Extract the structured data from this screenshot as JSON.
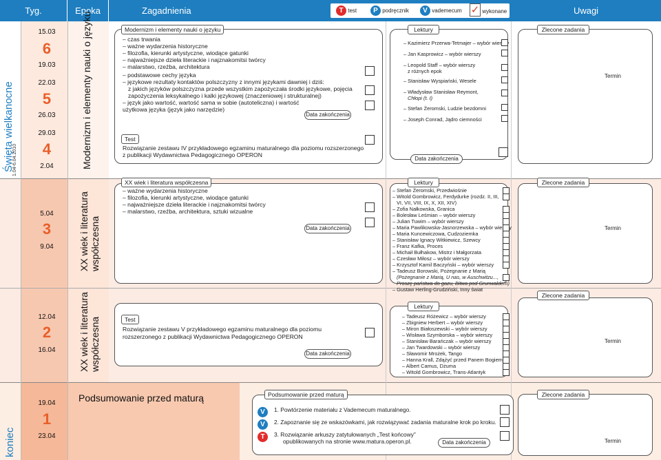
{
  "header": {
    "tyg": "Tyg.",
    "epoka": "Epoka",
    "zagadnienia": "Zagadnienia",
    "uwagi": "Uwagi",
    "legend": [
      {
        "letter": "T",
        "label": "test",
        "color": "#e22b2b"
      },
      {
        "letter": "P",
        "label": "podręcznik",
        "color": "#1e7ec0"
      },
      {
        "letter": "V",
        "label": "vademecum",
        "color": "#1e7ec0"
      },
      {
        "letter": "✓",
        "label": "wykonane",
        "color": "#d23a22"
      }
    ]
  },
  "side": {
    "holiday": "Święta wielkanocne",
    "holiday_dates": "1.04-6.04.2010",
    "end": "koniec"
  },
  "common": {
    "lektury": "Lektury",
    "zlecone": "Zlecone zadania",
    "termin": "Termin",
    "data_zak": "Data zakończenia",
    "test": "Test"
  },
  "rows": [
    {
      "epoch": "Modernizm i elementy nauki o języku",
      "weeks": [
        {
          "from": "15.03",
          "num": "6",
          "to": "19.03"
        },
        {
          "from": "22.03",
          "num": "5",
          "to": "26.03"
        },
        {
          "from": "29.03",
          "num": "4",
          "to": "2.04"
        }
      ],
      "title": "Modernizm i elementy nauki o języku",
      "topics_a": [
        "czas trwania",
        "ważne wydarzenia historyczne",
        "filozofia, kierunki artystyczne, wiodące gatunki",
        "najważniejsze dzieła literackie i najznakomitsi twórcy",
        "malarstwo, rzeźba, architektura"
      ],
      "topics_b": [
        "podstawowe cechy języka",
        "językowe rezultaty kontaktów polszczyzny z innymi językami dawniej i dziś:",
        "z jakich języków polszczyzna przede wszystkim zapożyczała środki językowe, pojęcia",
        "zapożyczenia leksykalnego i kalki językowej (znaczeniowej i strukturalnej)",
        "język jako wartość, wartość sama w sobie (autoteliczna) i wartość",
        "użytkowa języka (język jako narzędzie)"
      ],
      "test_text": [
        "Rozwiązanie zestawu IV przykładowego egzaminu maturalnego dla poziomu rozszerzonego",
        "z publikacji Wydawnictwa Pedagogicznego OPERON"
      ],
      "readings": [
        "Kazimierz Przerwa-Tetmajer – wybór wierszy",
        "Jan Kasprowicz – wybór wierszy",
        "Leopold Staff – wybór wierszy",
        "z różnych epok",
        "Stanisław Wyspiański, Wesele",
        "Władysław Stanisław Reymont,",
        "Chłopi (t. I)",
        "Stefan Żeromski, Ludzie bezdomni",
        "Joseph Conrad, Jądro ciemności"
      ]
    },
    {
      "epoch": "XX wiek i literatura współczesna",
      "weeks": [
        {
          "from": "5.04",
          "num": "3",
          "to": "9.04"
        }
      ],
      "title": "XX wiek i literatura współczesna",
      "topics_a": [
        "ważne wydarzenia historyczne",
        "filozofia, kierunki artystyczne, wiodące gatunki",
        "najważniejsze dzieła literackie i najznakomitsi twórcy",
        "malarstwo, rzeźba, architektura, sztuki wizualne"
      ],
      "readings": [
        "Stefan Żeromski, Przedwiośnie",
        "Witold Gombrowicz, Ferdydurke (rozdz. II, III,",
        "VI, VII, VIII, IX, X, XII, XIV)",
        "Zofia Nałkowska, Granica",
        "Bolesław Leśmian – wybór wierszy",
        "Julian Tuwim – wybór wierszy",
        "Maria Pawlikowska-Jasnorzewska – wybór wierszy",
        "Maria Kuncewiczowa, Cudzoziemka",
        "Stanisław Ignacy Witkiewicz, Szewcy",
        "Franz Kafka, Proces",
        "Michaił Bułhakow, Mistrz i Małgorzata",
        "Czesław Miłosz – wybór wierszy",
        "Krzysztof Kamil Baczyński – wybór wierszy",
        "Tadeusz Borowski, Pożegnanie z Marią",
        "(Pożegnanie z Marią, U nas, w Auschwitzu...,",
        "Proszę państwa do gazu, Bitwa pod Grunwaldem)",
        "Gustaw Herling-Grudziński, Inny świat"
      ]
    },
    {
      "epoch": "XX wiek i literatura współczesna",
      "weeks": [
        {
          "from": "12.04",
          "num": "2",
          "to": "16.04"
        }
      ],
      "test_text": [
        "Rozwiązanie zestawu V przykładowego egzaminu maturalnego dla poziomu",
        "rozszerzonego z publikacji Wydawnictwa Pedagogicznego OPERON"
      ],
      "readings": [
        "Tadeusz Różewicz – wybór wierszy",
        "Zbigniew Herbert – wybór wierszy",
        "Miron Białoszewski – wybór wierszy",
        "Wisława Szymborska – wybór wierszy",
        "Stanisław Barańczak – wybór wierszy",
        "Jan Twardowski – wybór wierszy",
        "Sławomir Mrożek, Tango",
        "Hanna Krall, Zdążyć przed Panem Bogiem",
        "Albert Camus, Dżuma",
        "Witold Gombrowicz, Trans-Atlantyk"
      ]
    },
    {
      "epoch": "Podsumowanie przed maturą",
      "weeks": [
        {
          "from": "19.04",
          "num": "1",
          "to": "23.04"
        }
      ],
      "title": "Podsumowanie przed maturą",
      "tasks": [
        {
          "badge": "V",
          "text": "1. Powtórzenie materiału z Vademecum maturalnego."
        },
        {
          "badge": "V",
          "text": "2. Zapoznanie się ze wskazówkami, jak rozwiązywać zadania maturalne krok po kroku."
        },
        {
          "badge": "T",
          "text": "3. Rozwiązanie arkuszy zatytułowanych „Test końcowy”"
        },
        {
          "badge": "",
          "text": "opublikowanych na stronie www.matura.operon.pl."
        }
      ]
    }
  ]
}
